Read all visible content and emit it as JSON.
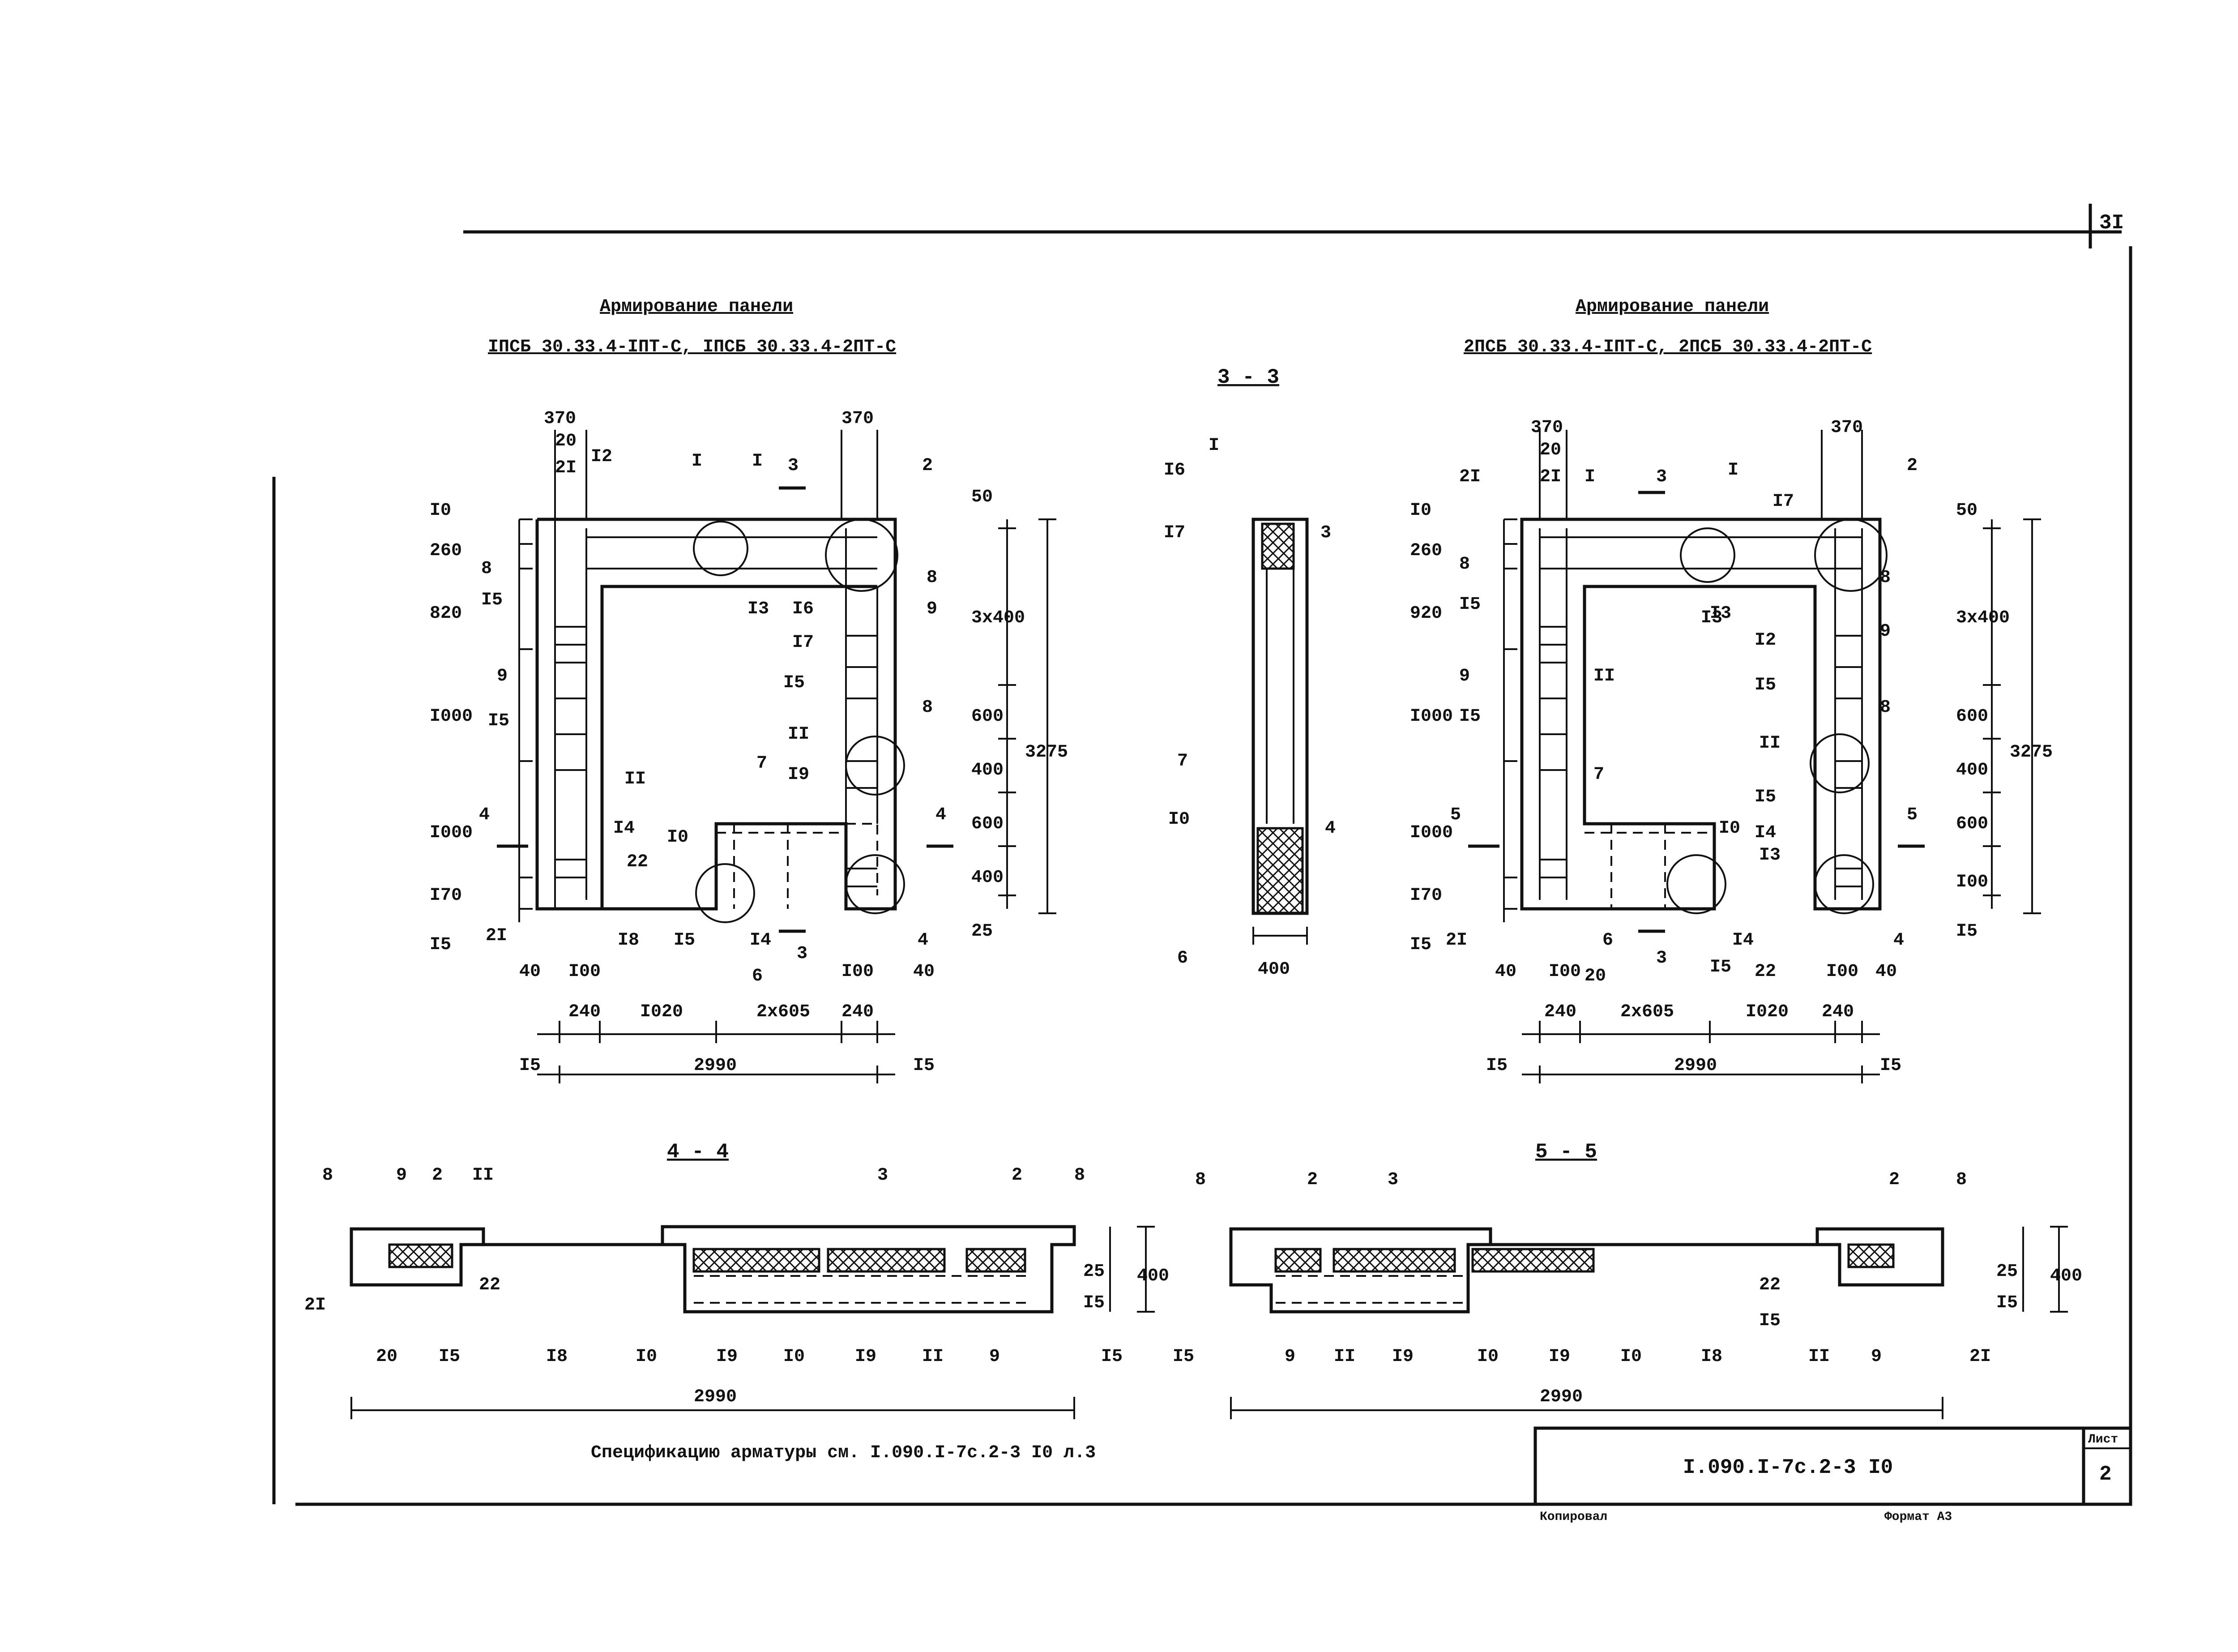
{
  "sheet": {
    "page_number": "3I",
    "sheet_label": "Лист",
    "sheet_value": "2",
    "doc_code": "I.090.I-7c.2-3 I0",
    "copied_label": "Копировал",
    "format_label": "Формат А3",
    "spec_note": "Спецификацию арматуры см. I.090.I-7c.2-3 I0 л.3"
  },
  "left_panel": {
    "title": "Армирование панели",
    "subtitle": "IПСБ 30.33.4-IПТ-С, IПСБ 30.33.4-2ПТ-С",
    "dims_top": [
      "370",
      "20",
      "2I",
      "370"
    ],
    "dims_left": [
      "I0",
      "260",
      "820",
      "I000",
      "I000",
      "I70",
      "I5"
    ],
    "dims_right": [
      "50",
      "3x400",
      "600",
      "400",
      "600",
      "400",
      "25",
      "3275"
    ],
    "dims_bottom": [
      "40",
      "I00",
      "240",
      "I020",
      "2x605",
      "240",
      "I00",
      "40",
      "I5",
      "2990",
      "I5"
    ],
    "labels": [
      "I",
      "I",
      "2",
      "3",
      "I2",
      "8",
      "I5",
      "9",
      "I5",
      "II",
      "I4",
      "22",
      "2I",
      "I8",
      "I5",
      "I4",
      "6",
      "3",
      "4",
      "7",
      "I9",
      "I0",
      "II",
      "8",
      "9",
      "I5",
      "8",
      "I3",
      "I6",
      "I7",
      "4",
      "4"
    ]
  },
  "section_33": {
    "title": "3 - 3",
    "labels": [
      "I",
      "I6",
      "I7",
      "3",
      "7",
      "I0",
      "6",
      "4"
    ],
    "width": "400"
  },
  "right_panel": {
    "title": "Армирование панели",
    "subtitle": "2ПСБ 30.33.4-IПТ-С, 2ПСБ 30.33.4-2ПТ-С",
    "dims_top": [
      "370",
      "20",
      "2I",
      "370"
    ],
    "dims_left": [
      "I0",
      "260",
      "920",
      "I000",
      "I000",
      "I70",
      "I5"
    ],
    "dims_right": [
      "50",
      "3x400",
      "600",
      "400",
      "600",
      "I00",
      "I5",
      "3275"
    ],
    "dims_bottom": [
      "40",
      "I00",
      "240",
      "2x605",
      "I020",
      "240",
      "I00",
      "40",
      "I5",
      "2990",
      "I5"
    ],
    "labels": [
      "2I",
      "I",
      "3",
      "I",
      "I3",
      "I7",
      "2",
      "8",
      "I5",
      "9",
      "I5",
      "II",
      "7",
      "6",
      "20",
      "3",
      "I5",
      "I4",
      "22",
      "I3",
      "I0",
      "I4",
      "I5",
      "II",
      "8",
      "9",
      "I5",
      "I2",
      "I3",
      "8",
      "4",
      "5",
      "5",
      "2I"
    ]
  },
  "section_44": {
    "title": "4 - 4",
    "labels_top": [
      "8",
      "9",
      "2",
      "II",
      "3",
      "2",
      "8"
    ],
    "labels_bottom": [
      "2I",
      "22",
      "20",
      "I5",
      "I8",
      "I0",
      "I9",
      "I0",
      "I9",
      "II",
      "9",
      "I5"
    ],
    "dims": [
      "25",
      "I5",
      "400",
      "2990"
    ]
  },
  "section_55": {
    "title": "5 - 5",
    "labels_top": [
      "8",
      "2",
      "3",
      "2",
      "8"
    ],
    "labels_bottom": [
      "I5",
      "9",
      "II",
      "I9",
      "I0",
      "I9",
      "I0",
      "I8",
      "II",
      "9",
      "2I",
      "22",
      "I5"
    ],
    "dims": [
      "25",
      "I5",
      "400",
      "2990"
    ]
  },
  "colors": {
    "ink": "#111111",
    "paper": "#ffffff"
  }
}
